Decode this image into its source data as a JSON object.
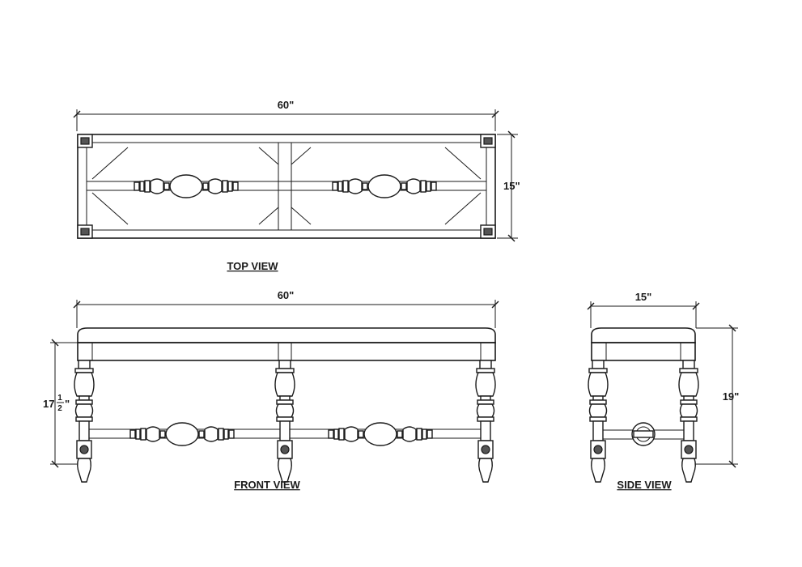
{
  "views": {
    "top": {
      "title": "TOP VIEW",
      "width_dim": "60\"",
      "depth_dim": "15\""
    },
    "front": {
      "title": "FRONT VIEW",
      "width_dim": "60\"",
      "height_whole": "17",
      "height_num": "1",
      "height_den": "2",
      "height_unit": "\""
    },
    "side": {
      "title": "SIDE VIEW",
      "depth_dim": "15\"",
      "height_dim": "19\""
    }
  },
  "colors": {
    "line": "#1a1a1a",
    "background": "#ffffff"
  }
}
